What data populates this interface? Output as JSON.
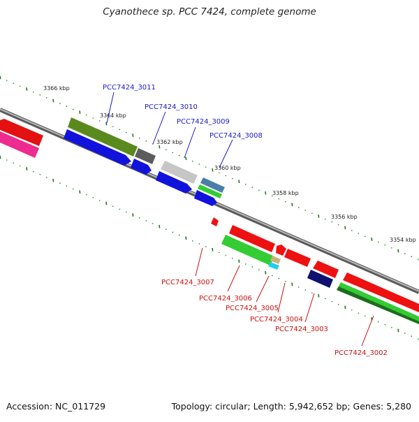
{
  "title": "Cyanothece sp. PCC 7424, complete genome",
  "footer": {
    "accession": "Accession: NC_011729",
    "topology": "Topology: circular; Length: 5,942,652 bp; Genes: 5,280"
  },
  "colors": {
    "backbone": "#8c8c8c",
    "tick": "#1a7a1a",
    "label_forward": "#1a1acc",
    "label_reverse": "#cc1111"
  },
  "kbp_ticks": [
    "3366 kbp",
    "3364 kbp",
    "3362 kbp",
    "3360 kbp",
    "3358 kbp",
    "3356 kbp",
    "3354 kbp"
  ],
  "genes_forward": [
    {
      "id": "PCC7424_3011",
      "color": "#5a8a1e"
    },
    {
      "id": "PCC7424_3010",
      "color": "#5c5c5c"
    },
    {
      "id": "PCC7424_3009",
      "color": "#c8c8c8"
    },
    {
      "id": "PCC7424_3008",
      "color": "#4a7fa8"
    }
  ],
  "genes_reverse": [
    {
      "id": "PCC7424_3007",
      "color": "#ee1111"
    },
    {
      "id": "PCC7424_3006",
      "color": "#33cc33"
    },
    {
      "id": "PCC7424_3005",
      "color": "#c8b478"
    },
    {
      "id": "PCC7424_3004",
      "color": "#ee1111"
    },
    {
      "id": "PCC7424_3003",
      "color": "#101070"
    },
    {
      "id": "PCC7424_3002",
      "color": "#228b22"
    }
  ]
}
